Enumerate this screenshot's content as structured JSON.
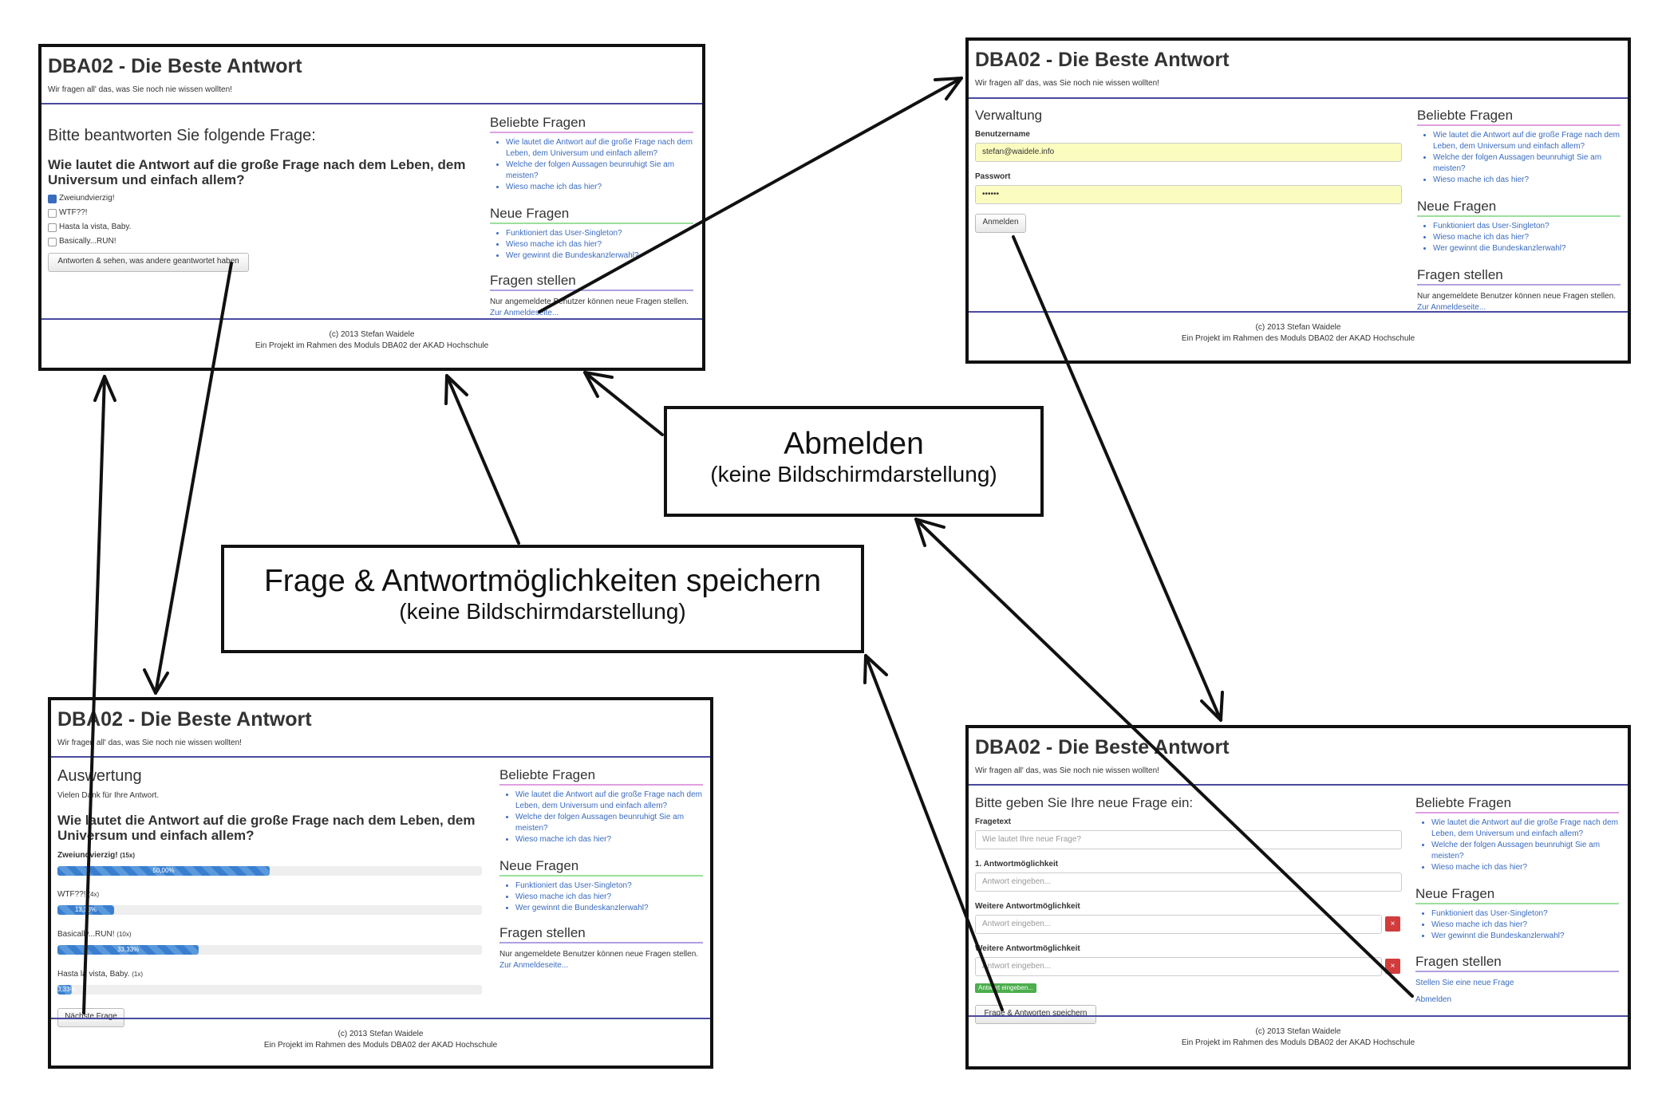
{
  "site": {
    "brand": "DBA02 - Die Beste Antwort",
    "tagline": "Wir fragen all' das, was Sie noch nie wissen wollten!",
    "footer_line1": "(c) 2013 Stefan Waidele",
    "footer_line2": "Ein Projekt im Rahmen des Moduls DBA02 der AKAD Hochschule"
  },
  "sidebar": {
    "popular_heading": "Beliebte Fragen",
    "popular": [
      "Wie lautet die Antwort auf die große Frage nach dem Leben, dem Universum und einfach allem?",
      "Welche der folgen Aussagen beunruhigt Sie am meisten?",
      "Wieso mache ich das hier?"
    ],
    "new_heading": "Neue Fragen",
    "new": [
      "Funktioniert das User-Singleton?",
      "Wieso mache ich das hier?",
      "Wer gewinnt die Bundeskanzlerwahl?"
    ],
    "ask_heading": "Fragen stellen",
    "ask_note": "Nur angemeldete Benutzer können neue Fragen stellen.",
    "ask_link": "Zur Anmeldeseite...",
    "ask_new_link": "Stellen Sie eine neue Frage",
    "logout_link": "Abmelden"
  },
  "question_screen": {
    "title": "Bitte beantworten Sie folgende Frage:",
    "question": "Wie lautet die Antwort auf die große Frage nach dem Leben, dem Universum und einfach allem?",
    "options": [
      {
        "label": "Zweiundvierzig!",
        "checked": true
      },
      {
        "label": "WTF??!",
        "checked": false
      },
      {
        "label": "Hasta la vista, Baby.",
        "checked": false
      },
      {
        "label": "Basically...RUN!",
        "checked": false
      }
    ],
    "submit_label": "Antworten & sehen, was andere geantwortet haben"
  },
  "login_screen": {
    "title": "Verwaltung",
    "username_label": "Benutzername",
    "username_value": "stefan@waidele.info",
    "password_label": "Passwort",
    "password_value": "••••••",
    "login_button": "Anmelden"
  },
  "results_screen": {
    "title": "Auswertung",
    "thanks": "Vielen Dank für Ihre Antwort.",
    "question": "Wie lautet die Antwort auf die große Frage nach dem Leben, dem Universum und einfach allem?",
    "results": [
      {
        "label": "Zweiundvierzig!",
        "count": "(15x)",
        "percent_label": "50,00%",
        "percent": 50,
        "bold": true
      },
      {
        "label": "WTF??!",
        "count": "(4x)",
        "percent_label": "13,33%",
        "percent": 13.33,
        "bold": false
      },
      {
        "label": "Basically...RUN!",
        "count": "(10x)",
        "percent_label": "33,33%",
        "percent": 33.33,
        "bold": false
      },
      {
        "label": "Hasta la vista, Baby.",
        "count": "(1x)",
        "percent_label": "3,33%",
        "percent": 3.33,
        "bold": false
      }
    ],
    "next_button": "Nächste Frage"
  },
  "new_question_screen": {
    "title": "Bitte geben Sie Ihre neue Frage ein:",
    "question_label": "Fragetext",
    "question_placeholder": "Wie lautet Ihre neue Frage?",
    "answer1_label": "1. Antwortmöglichkeit",
    "answer_placeholder": "Antwort eingeben...",
    "more_label": "Weitere Antwortmöglichkeit",
    "remove_symbol": "×",
    "add_button": "Antwort eingeben...",
    "save_button": "Frage & Antworten speichern"
  },
  "labels": {
    "logout_title": "Abmelden",
    "logout_sub": "(keine Bildschirmdarstellung)",
    "save_title": "Frage & Antwortmöglichkeiten speichern",
    "save_sub": "(keine Bildschirmdarstellung)"
  },
  "colors": {
    "link": "#3a6bbf",
    "rule_pink": "#e0a0e0",
    "rule_green": "#9be09b",
    "rule_purple": "#b0a0e0",
    "accent_border": "#4a4aa0"
  }
}
